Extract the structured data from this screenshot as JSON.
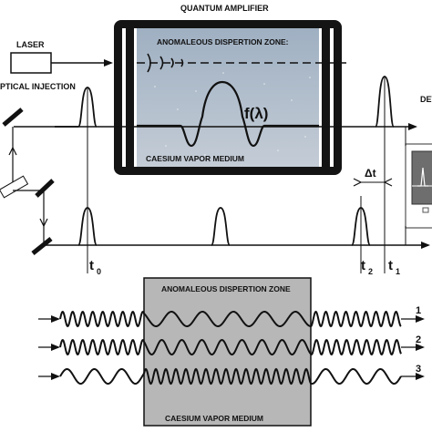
{
  "top": {
    "title": "QUANTUM AMPLIFIER",
    "laser": "LASER",
    "optical_injection": "PTICAL INJECTION",
    "zone": "ANOMALEOUS DISPERTION ZONE:",
    "function_label": "f(λ)",
    "medium": "CAESIUM VAPOR MEDIUM",
    "detector_cut": "DET"
  },
  "timing": {
    "delta": "Δt",
    "t0": "t",
    "t0_sub": "0",
    "t2": "t",
    "t2_sub": "2",
    "t1": "t",
    "t1_sub": "1"
  },
  "bottom": {
    "zone": "ANOMALEOUS DISPERTION ZONE",
    "medium": "CAESIUM VAPOR MEDIUM",
    "wave_labels": [
      "1",
      "2",
      "3"
    ]
  }
}
